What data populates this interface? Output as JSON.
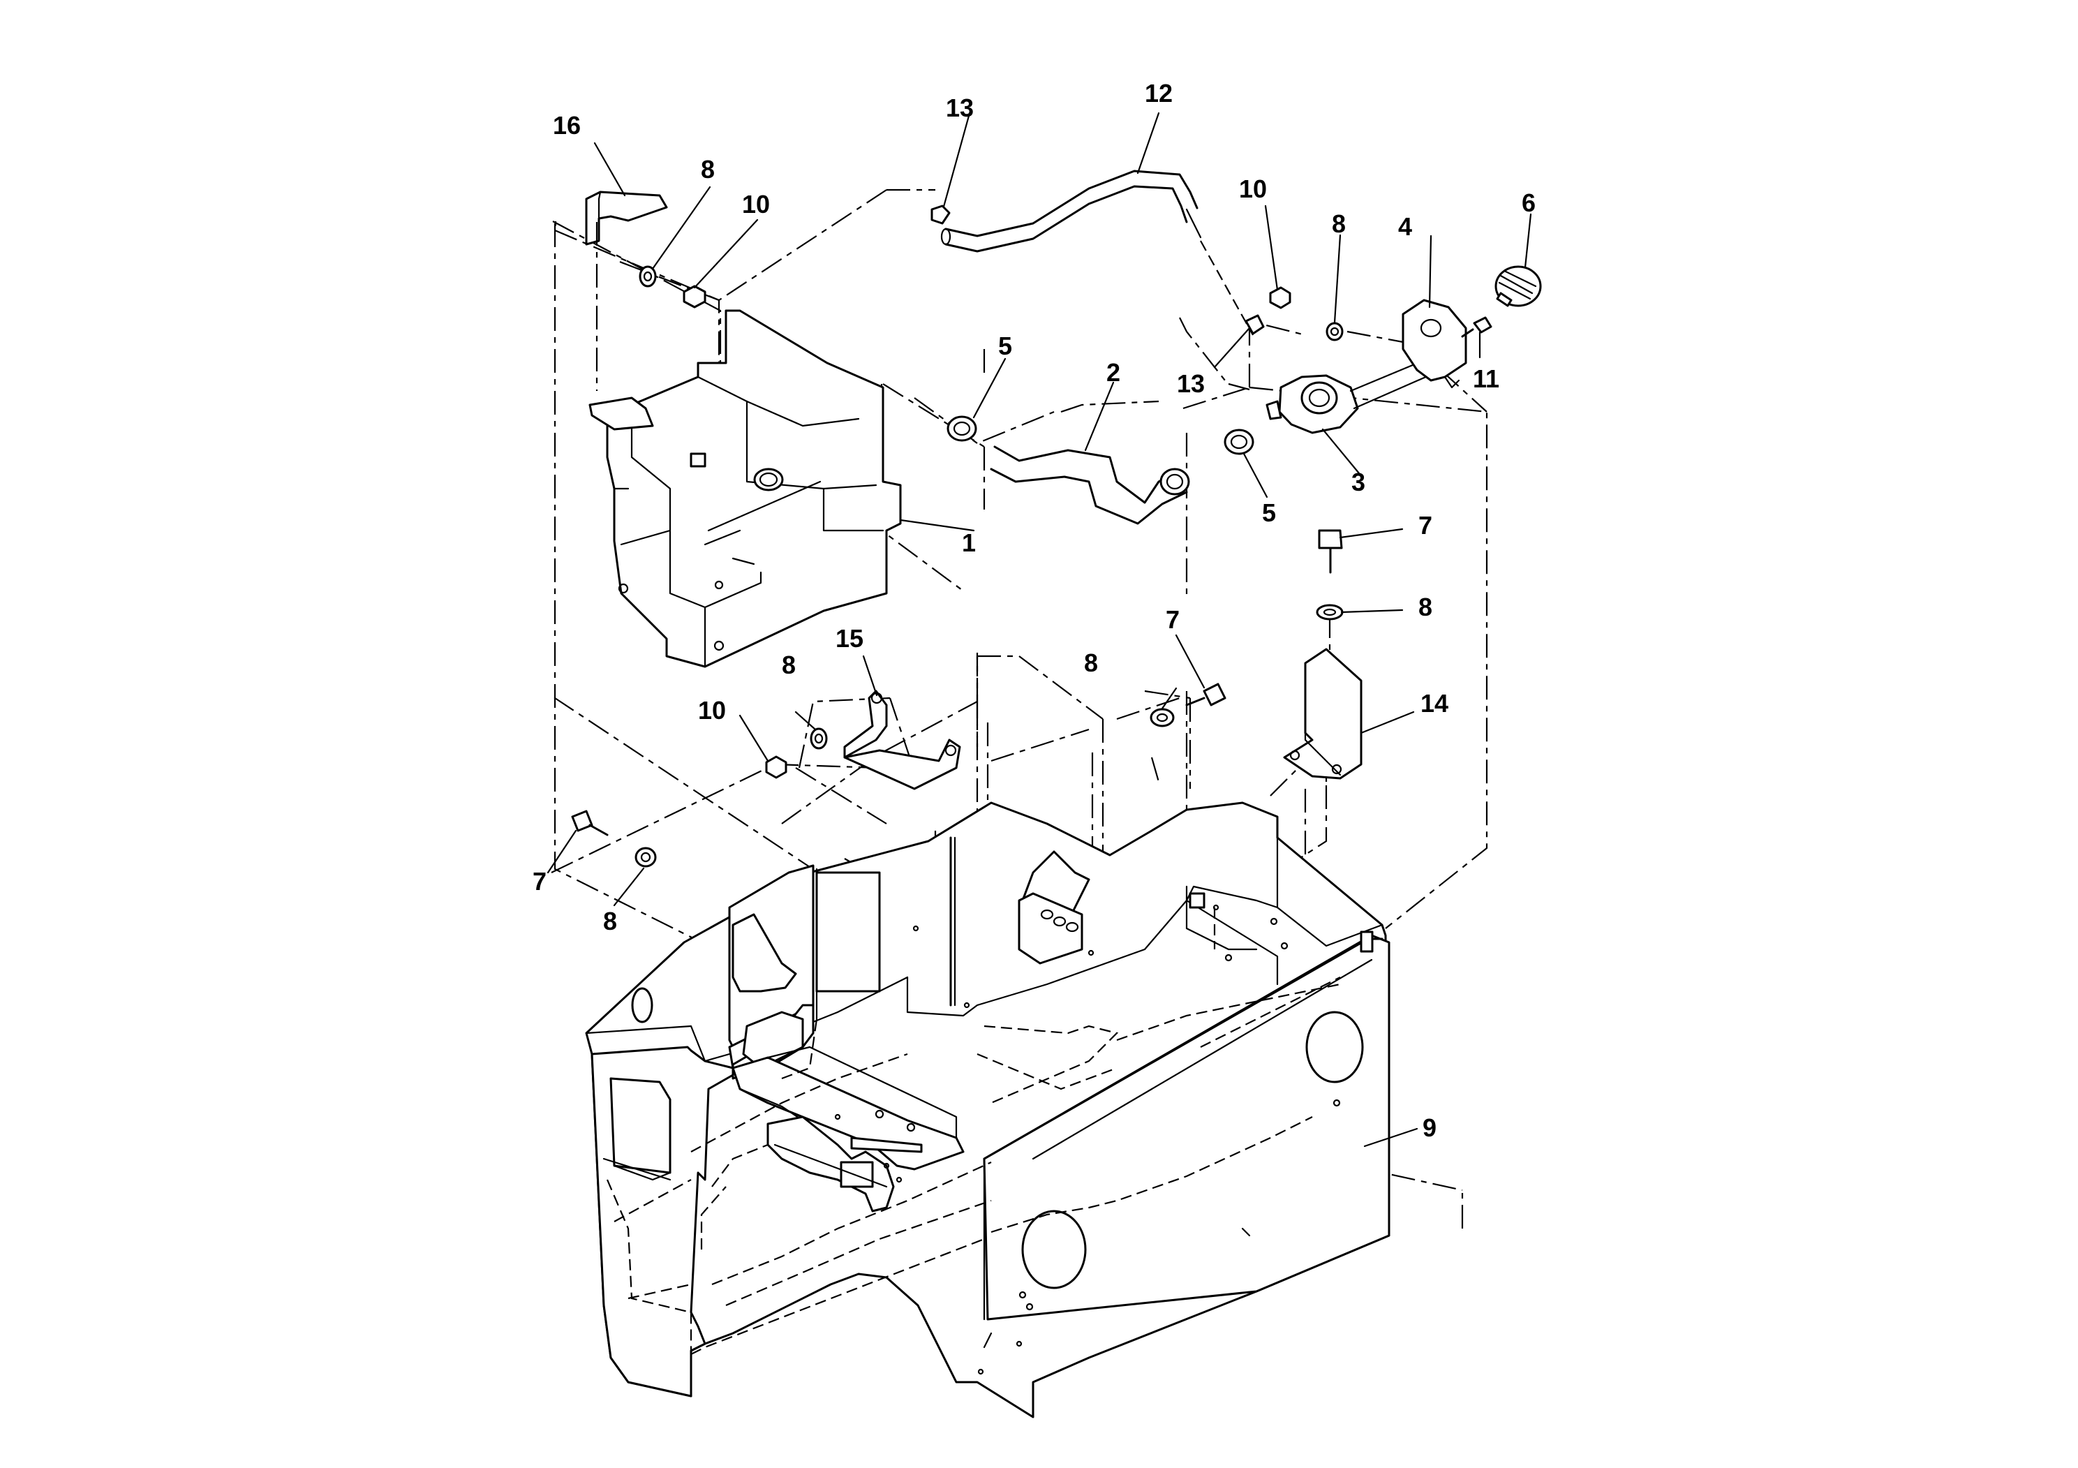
{
  "callouts": [
    {
      "id": "c1",
      "text": "1"
    },
    {
      "id": "c2",
      "text": "2"
    },
    {
      "id": "c3",
      "text": "3"
    },
    {
      "id": "c4",
      "text": "4"
    },
    {
      "id": "c5a",
      "text": "5"
    },
    {
      "id": "c5b",
      "text": "5"
    },
    {
      "id": "c6",
      "text": "6"
    },
    {
      "id": "c7a",
      "text": "7"
    },
    {
      "id": "c7b",
      "text": "7"
    },
    {
      "id": "c7c",
      "text": "7"
    },
    {
      "id": "c8a",
      "text": "8"
    },
    {
      "id": "c8b",
      "text": "8"
    },
    {
      "id": "c8c",
      "text": "8"
    },
    {
      "id": "c8d",
      "text": "8"
    },
    {
      "id": "c8e",
      "text": "8"
    },
    {
      "id": "c8f",
      "text": "8"
    },
    {
      "id": "c9",
      "text": "9"
    },
    {
      "id": "c10a",
      "text": "10"
    },
    {
      "id": "c10b",
      "text": "10"
    },
    {
      "id": "c10c",
      "text": "10"
    },
    {
      "id": "c11",
      "text": "11"
    },
    {
      "id": "c12",
      "text": "12"
    },
    {
      "id": "c13a",
      "text": "13"
    },
    {
      "id": "c13b",
      "text": "13"
    },
    {
      "id": "c14",
      "text": "14"
    },
    {
      "id": "c15",
      "text": "15"
    },
    {
      "id": "c16",
      "text": "16"
    }
  ]
}
